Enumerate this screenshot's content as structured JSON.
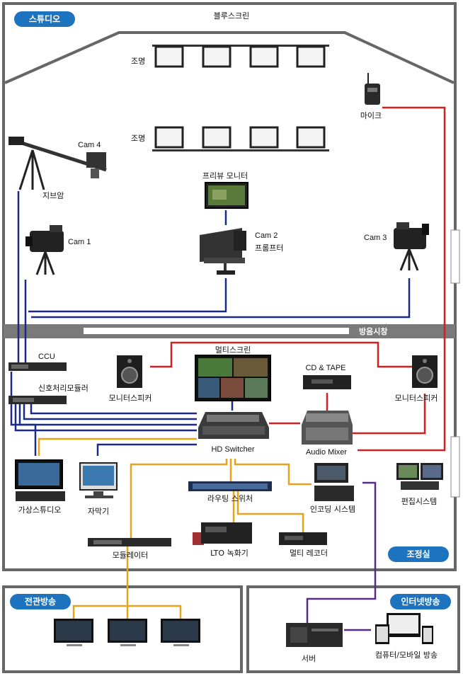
{
  "zones": {
    "studio": "스튜디오",
    "control_room": "조정실",
    "broadcast_hall": "전관방송",
    "internet_broadcast": "인터넷방송",
    "sound_window": "방음시창"
  },
  "studio": {
    "bluescreen": "블루스크린",
    "lighting_top": "조명",
    "lighting_bottom": "조명",
    "mic": "마이크",
    "jib_cam": "Cam 4",
    "jib_arm": "지브암",
    "preview_monitor": "프리뷰 모니터",
    "cam1": "Cam 1",
    "cam2": "Cam 2",
    "prompter": "프롬프터",
    "cam3": "Cam 3"
  },
  "control": {
    "ccu": "CCU",
    "signal_module": "신호처리모듈러",
    "multiscreen": "멀티스크린",
    "cd_tape": "CD & TAPE",
    "monitor_speaker_left": "모니터스피커",
    "monitor_speaker_right": "모니터스피커",
    "hd_switcher": "HD Switcher",
    "audio_mixer": "Audio Mixer",
    "virtual_studio": "가상스튜디오",
    "subtitle": "자막기",
    "routing_switcher": "라우팅 스위처",
    "encoding_system": "인코딩 시스템",
    "editing_system": "편집시스템",
    "modulator": "모듈레이터",
    "lto_recorder": "LTO 녹화기",
    "multi_recorder": "멀티 레코더"
  },
  "internet": {
    "server": "서버",
    "pc_mobile": "컴퓨터/모바일 방송"
  },
  "colors": {
    "badge_blue": "#1e73be",
    "frame_gray": "#666666",
    "video_blue": "#1a2a8a",
    "audio_red": "#d42020",
    "signal_orange": "#e8a21c",
    "network_purple": "#5a2a90"
  }
}
